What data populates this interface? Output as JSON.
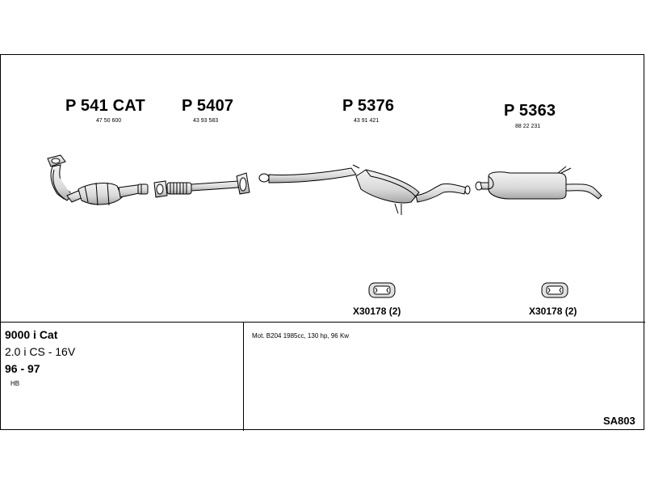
{
  "parts": [
    {
      "code": "P 541 CAT",
      "number": "47 50 600"
    },
    {
      "code": "P 5407",
      "number": "43 93 583"
    },
    {
      "code": "P 5376",
      "number": "43 91 421"
    },
    {
      "code": "P 5363",
      "number": "88 22 231"
    }
  ],
  "clamps": [
    {
      "label": "X30178 (2)",
      "icon": "clamp-icon"
    },
    {
      "label": "X30178 (2)",
      "icon": "clamp-icon"
    }
  ],
  "vehicle": {
    "model": "9000 i Cat",
    "engine": "2.0 i CS - 16V",
    "years": "96 - 97",
    "body": "HB"
  },
  "engine_spec": "Mot. B204 1985cc, 130 hp, 96 Kw",
  "reference": "SA803",
  "colors": {
    "line": "#000000",
    "part_fill": "#e6e6e6",
    "part_shade": "#b0b0b0",
    "background": "#ffffff"
  }
}
